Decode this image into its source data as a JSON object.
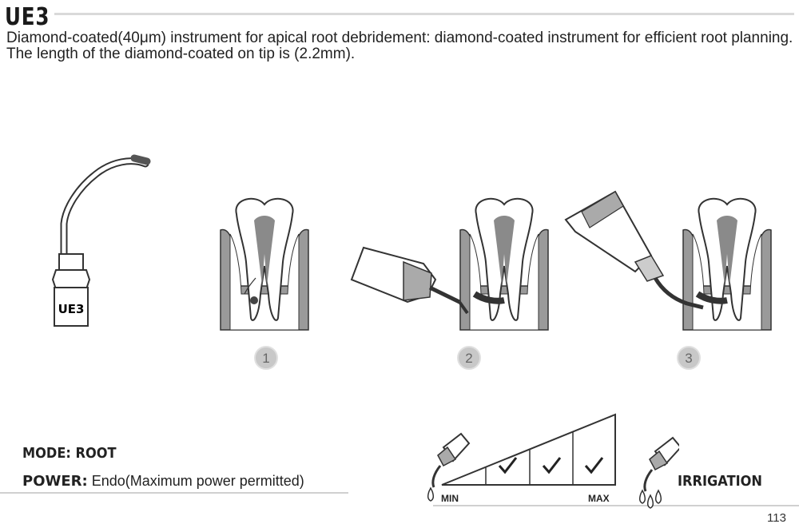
{
  "header": {
    "title": "UE3",
    "description": "Diamond-coated(40μm) instrument for apical root debridement: diamond-coated instrument for efficient root planning. The length of the diamond-coated on tip is (2.2mm)."
  },
  "instrument": {
    "label": "UE3"
  },
  "steps": [
    "1",
    "2",
    "3"
  ],
  "settings": {
    "mode": "MODE: ROOT",
    "power_label": "POWER:",
    "power_value": " Endo(Maximum power permitted)",
    "irrigation": "IRRIGATION",
    "min_label": "MIN",
    "max_label": "MAX",
    "power_level_checked": [
      false,
      true,
      true,
      true
    ]
  },
  "footer": {
    "page_number": "113"
  },
  "colors": {
    "ink": "#222222",
    "rule": "#d9d9d9",
    "gum": "#9a9a9a",
    "root": "#bdbdbd"
  }
}
